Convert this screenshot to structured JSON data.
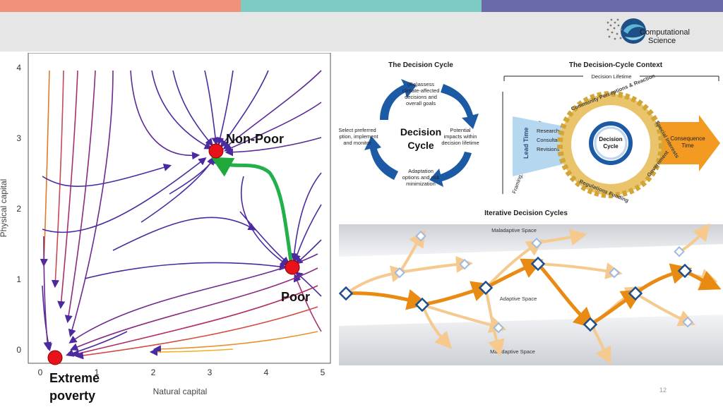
{
  "slide": {
    "page_number": "12",
    "top_bar_colors": [
      "#f0917a",
      "#7cccc3",
      "#6a6aa8"
    ],
    "logo": {
      "line1": "Computational",
      "line2": "Science"
    }
  },
  "stream_plot": {
    "xlabel": "Natural capital",
    "ylabel": "Physical capital",
    "xticks": [
      "0",
      "1",
      "2",
      "3",
      "4",
      "5"
    ],
    "yticks": [
      "0",
      "1",
      "2",
      "3",
      "4"
    ],
    "points": {
      "non_poor": "Non-Poor",
      "poor": "Poor",
      "extreme_line1": "Extreme",
      "extreme_line2": "poverty"
    }
  },
  "decision_cycle": {
    "title": "The Decision Cycle",
    "center_line1": "Decision",
    "center_line2": "Cycle",
    "step_top": [
      "(Re)assess",
      "climate-affected",
      "decisions and",
      "overall goals"
    ],
    "step_right": [
      "Potential",
      "impacts within",
      "decision lifetime"
    ],
    "step_bottom": [
      "Adaptation",
      "options and risk",
      "minimization"
    ],
    "step_left": [
      "Select preferred",
      "option, implement",
      "and monitor"
    ]
  },
  "context": {
    "title": "The Decision-Cycle Context",
    "lifetime": "Decision Lifetime",
    "lead_time": "Lead Time",
    "framing": "Framing, scoping and resourcing",
    "research": "Research",
    "consultations": "Consultations",
    "revisions": "Revisions",
    "center_line1": "Decision",
    "center_line2": "Cycle",
    "gear_top": "Community Perceptions & Reaction",
    "gear_right": "Special Interests",
    "gear_right_bottom": "Government",
    "gear_bottom": "Regulations  Funding",
    "consequence_line1": "Consequence",
    "consequence_line2": "Time"
  },
  "iterative": {
    "title": "Iterative Decision Cycles",
    "top_label": "Maladaptive Space",
    "mid_label": "Adaptive Space",
    "bottom_label": "Maladaptive Space"
  }
}
